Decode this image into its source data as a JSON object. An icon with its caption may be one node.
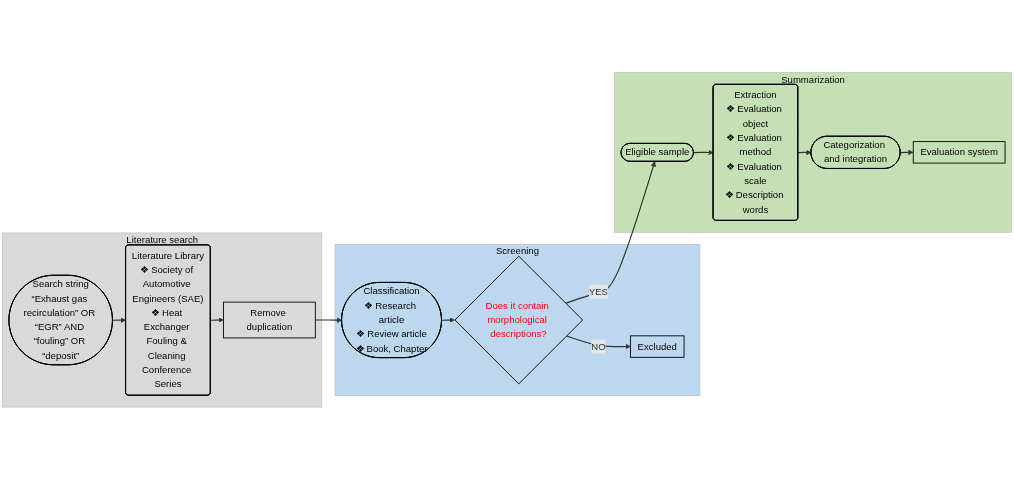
{
  "diagram": {
    "nodes": [
      {
        "text": [
          "Literature search"
        ]
      },
      {
        "text": [
          "Search string",
          "“Exhaust gas recirculation” OR “EGR” AND “fouling” OR “deposit”"
        ],
        "in": 0
      },
      {
        "text": [
          "Literature Library",
          "❖ Society of Automotive Engineers (SAE)",
          "❖ Heat Exchanger Fouling & Cleaning Conference Series"
        ],
        "in": 0
      },
      {
        "text": [
          "Remove duplication"
        ],
        "in": 0
      },
      {
        "text": [
          "Screening"
        ]
      },
      {
        "text": [
          "Classification",
          "❖ Research article",
          "❖ Review article",
          "❖ Book, Chapter"
        ],
        "in": 4
      },
      {
        "text": [
          "Does it contain morphological descriptions?"
        ],
        "in": 4
      },
      {
        "text": [
          "Excluded"
        ],
        "in": 4
      },
      {
        "text": [
          "Summarization"
        ]
      },
      {
        "text": [
          "Eligible sample"
        ],
        "in": 8
      },
      {
        "text": [
          "Extraction",
          "❖ Evaluation object",
          "❖ Evaluation method",
          "❖ Evaluation scale",
          "❖ Description words"
        ],
        "in": 8
      },
      {
        "text": [
          "Categorization and integration"
        ],
        "in": 8
      },
      {
        "text": [
          "Evaluation system"
        ],
        "in": 8
      }
    ],
    "edges": [
      {
        "from": 1,
        "to": 2,
        "arrow": "to"
      },
      {
        "from": 2,
        "to": 3,
        "arrow": "to"
      },
      {
        "from": 3,
        "to": 5,
        "arrow": "to"
      },
      {
        "from": 5,
        "to": 6,
        "arrow": "to"
      },
      {
        "from": 6,
        "to": 9,
        "arrow": "to",
        "label": "YES"
      },
      {
        "from": 6,
        "to": 7,
        "arrow": "to",
        "label": "NO"
      },
      {
        "from": 9,
        "to": 10,
        "arrow": "to"
      },
      {
        "from": 10,
        "to": 11,
        "arrow": "to"
      },
      {
        "from": 11,
        "to": 12,
        "arrow": "to"
      }
    ]
  }
}
